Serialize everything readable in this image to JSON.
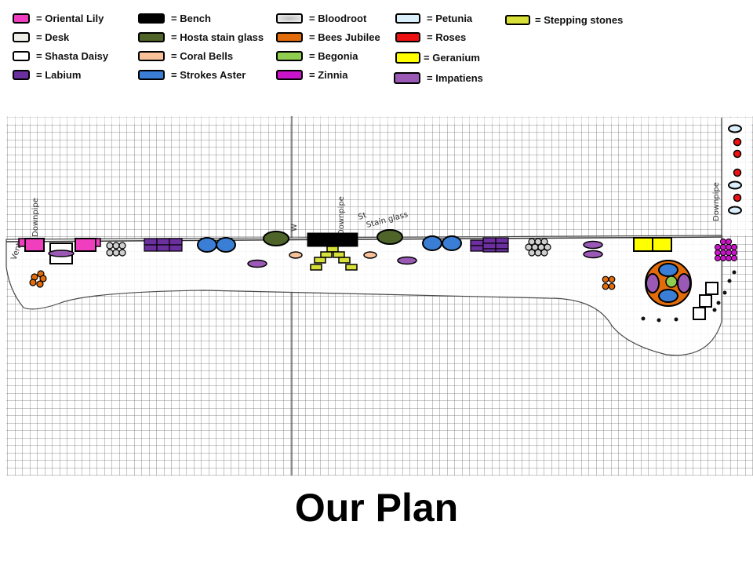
{
  "title": "Our Plan",
  "legend": [
    {
      "label": "= Oriental Lily",
      "color": "#ef3fbf",
      "icon": "oriental-lily-swatch"
    },
    {
      "label": "= Desk",
      "color": "#efeee6",
      "icon": "desk-swatch"
    },
    {
      "label": "= Shasta Daisy",
      "color": "#ffffff",
      "icon": "shasta-daisy-swatch"
    },
    {
      "label": "= Labium",
      "color": "#6b2f9e",
      "icon": "labium-swatch"
    },
    {
      "label": "= Bench",
      "color": "#000000",
      "icon": "bench-swatch"
    },
    {
      "label": "= Hosta stain glass",
      "color": "#4f6428",
      "icon": "hosta-swatch"
    },
    {
      "label": "= Coral Bells",
      "color": "#f8c19a",
      "icon": "coral-bells-swatch"
    },
    {
      "label": "= Strokes Aster",
      "color": "#3a7fd5",
      "icon": "strokes-aster-swatch"
    },
    {
      "label": "= Bloodroot",
      "color": "#cfcfcf",
      "icon": "bloodroot-swatch"
    },
    {
      "label": "= Bees Jubilee",
      "color": "#e36c0a",
      "icon": "bees-jubilee-swatch"
    },
    {
      "label": "= Begonia",
      "color": "#8fce4f",
      "icon": "begonia-swatch"
    },
    {
      "label": "= Zinnia",
      "color": "#c914c9",
      "icon": "zinnia-swatch"
    },
    {
      "label": "= Petunia",
      "color": "#dbeefb",
      "icon": "petunia-swatch"
    },
    {
      "label": "= Roses",
      "color": "#ee1111",
      "icon": "roses-swatch"
    },
    {
      "label": "= Geranium",
      "color": "#ffff00",
      "icon": "geranium-swatch"
    },
    {
      "label": "= Impatiens",
      "color": "#9b59b6",
      "icon": "impatiens-swatch"
    },
    {
      "label": "= Stepping stones",
      "color": "#d6e038",
      "icon": "stepping-stones-swatch"
    }
  ],
  "sketch_labels": {
    "downpipe_left": "Downpipe",
    "downpipe_middle": "Downpipe",
    "downpipe_right": "Downpipe",
    "stain_glass": "Stain glass",
    "vent": "Vent",
    "w_mark": "W",
    "st_mark": "St"
  }
}
